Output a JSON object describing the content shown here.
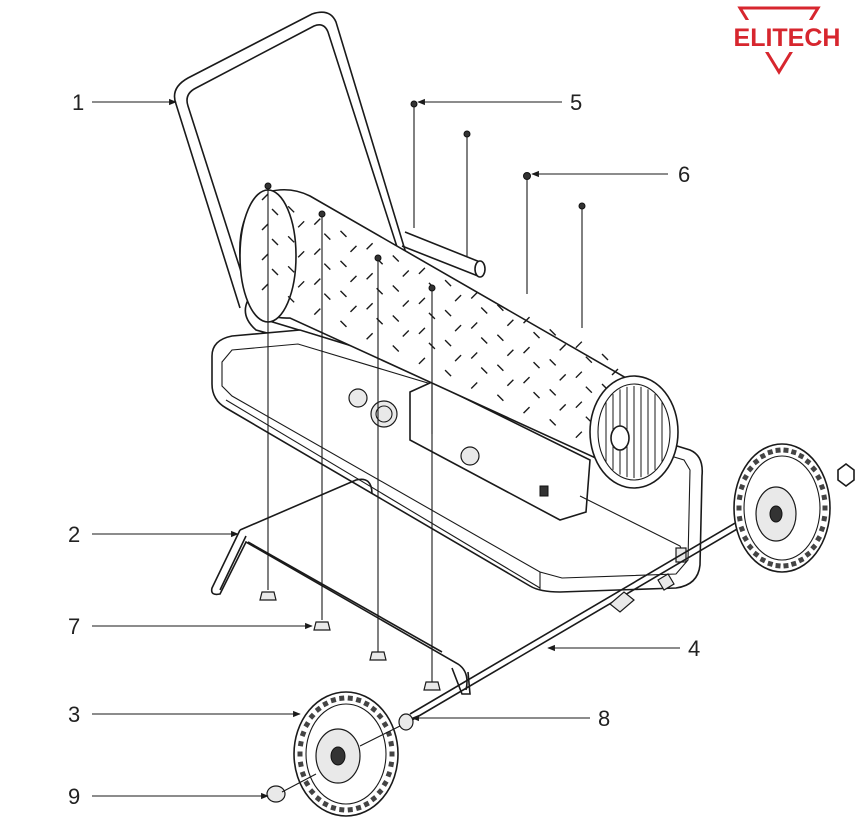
{
  "brand": {
    "name": "ELITECH",
    "color": "#d7262e"
  },
  "callouts": [
    {
      "id": "1",
      "label": "1"
    },
    {
      "id": "2",
      "label": "2"
    },
    {
      "id": "3",
      "label": "3"
    },
    {
      "id": "4",
      "label": "4"
    },
    {
      "id": "5",
      "label": "5"
    },
    {
      "id": "6",
      "label": "6"
    },
    {
      "id": "7",
      "label": "7"
    },
    {
      "id": "8",
      "label": "8"
    },
    {
      "id": "9",
      "label": "9"
    }
  ]
}
